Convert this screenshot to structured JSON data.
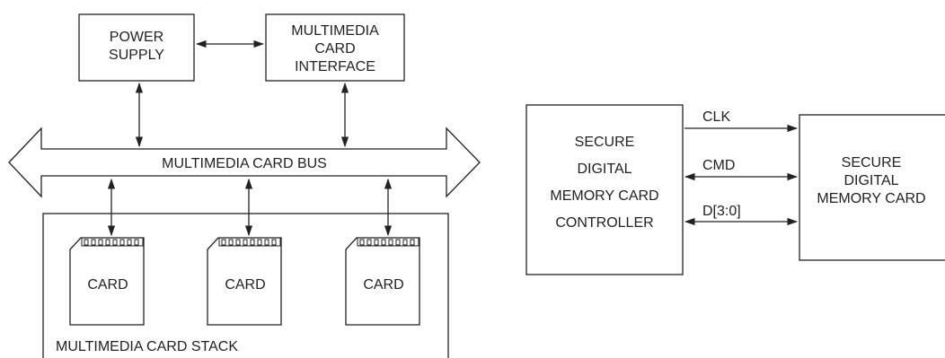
{
  "left_diagram": {
    "power_supply": {
      "line1": "POWER",
      "line2": "SUPPLY"
    },
    "card_interface": {
      "line1": "MULTIMEDIA",
      "line2": "CARD",
      "line3": "INTERFACE"
    },
    "bus_label": "MULTIMEDIA CARD BUS",
    "cards": [
      "CARD",
      "CARD",
      "CARD"
    ],
    "stack_label": "MULTIMEDIA CARD STACK"
  },
  "right_diagram": {
    "controller": {
      "line1": "SECURE",
      "line2": "DIGITAL",
      "line3": "MEMORY CARD",
      "line4": "CONTROLLER"
    },
    "memory_card": {
      "line1": "SECURE",
      "line2": "DIGITAL",
      "line3": "MEMORY CARD"
    },
    "signals": {
      "clk": "CLK",
      "cmd": "CMD",
      "data": "D[3:0]"
    }
  }
}
